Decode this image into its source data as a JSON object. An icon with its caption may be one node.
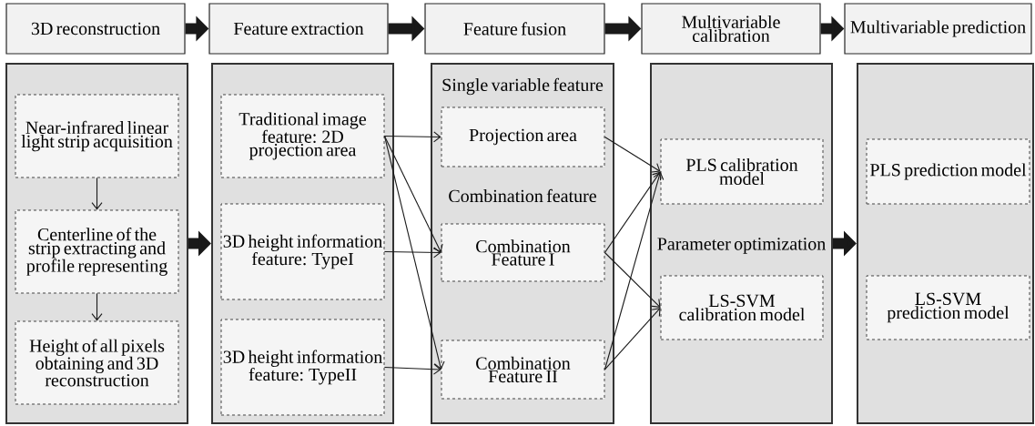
{
  "diagram": {
    "nodes": [
      {
        "text": [
          "3D reconstruction"
        ]
      },
      {
        "text": [
          "Feature extraction"
        ]
      },
      {
        "text": [
          "Feature fusion"
        ]
      },
      {
        "text": [
          "Multivariable calibration"
        ]
      },
      {
        "text": [
          "Multivariable prediction"
        ]
      },
      {
        "text": [],
        "shape": "box"
      },
      {
        "text": [
          "Near-infrared linear light strip acquisition"
        ],
        "in": 5
      },
      {
        "text": [
          "Centerline of the strip extracting and profile representing"
        ],
        "in": 5
      },
      {
        "text": [
          "Height of all pixels obtaining and 3D reconstruction"
        ],
        "in": 5
      },
      {
        "text": [],
        "shape": "box"
      },
      {
        "text": [
          "Traditional image feature: 2D projection area"
        ],
        "in": 9
      },
      {
        "text": [
          "3D height information feature: TypeI"
        ],
        "in": 9
      },
      {
        "text": [
          "3D height information feature: TypeII"
        ],
        "in": 9
      },
      {
        "text": [
          "Single variable feature",
          "Combination feature"
        ]
      },
      {
        "text": [
          "Projection area"
        ],
        "in": 13
      },
      {
        "text": [
          "Combination Feature I"
        ],
        "in": 13
      },
      {
        "text": [
          "Combination Feature II"
        ],
        "in": 13
      },
      {
        "text": [
          "Parameter optimization"
        ]
      },
      {
        "text": [
          "PLS calibration model"
        ],
        "in": 17
      },
      {
        "text": [
          "LS-SVM calibration model"
        ],
        "in": 17
      },
      {
        "text": [],
        "shape": "box"
      },
      {
        "text": [
          "PLS prediction model"
        ],
        "in": 20
      },
      {
        "text": [
          "LS-SVM prediction model"
        ],
        "in": 20
      }
    ],
    "edges": [
      {
        "from": 0,
        "to": 1,
        "arrow": "to",
        "style": "thick"
      },
      {
        "from": 1,
        "to": 2,
        "arrow": "to",
        "style": "thick"
      },
      {
        "from": 2,
        "to": 3,
        "arrow": "to",
        "style": "thick"
      },
      {
        "from": 3,
        "to": 4,
        "arrow": "to",
        "style": "thick"
      },
      {
        "from": 5,
        "to": 9,
        "arrow": "to",
        "style": "thick"
      },
      {
        "from": 17,
        "to": 20,
        "arrow": "to",
        "style": "thick"
      },
      {
        "from": 6,
        "to": 7,
        "arrow": "to"
      },
      {
        "from": 7,
        "to": 8,
        "arrow": "to"
      },
      {
        "from": 10,
        "to": 14,
        "arrow": "to"
      },
      {
        "from": 10,
        "to": 15,
        "arrow": "to"
      },
      {
        "from": 10,
        "to": 16,
        "arrow": "to"
      },
      {
        "from": 11,
        "to": 15,
        "arrow": "to"
      },
      {
        "from": 12,
        "to": 16,
        "arrow": "to"
      },
      {
        "from": 14,
        "to": 18,
        "arrow": "to"
      },
      {
        "from": 15,
        "to": 18,
        "arrow": "to"
      },
      {
        "from": 15,
        "to": 19,
        "arrow": "to"
      },
      {
        "from": 16,
        "to": 18,
        "arrow": "to"
      },
      {
        "from": 16,
        "to": 19,
        "arrow": "to"
      }
    ]
  }
}
